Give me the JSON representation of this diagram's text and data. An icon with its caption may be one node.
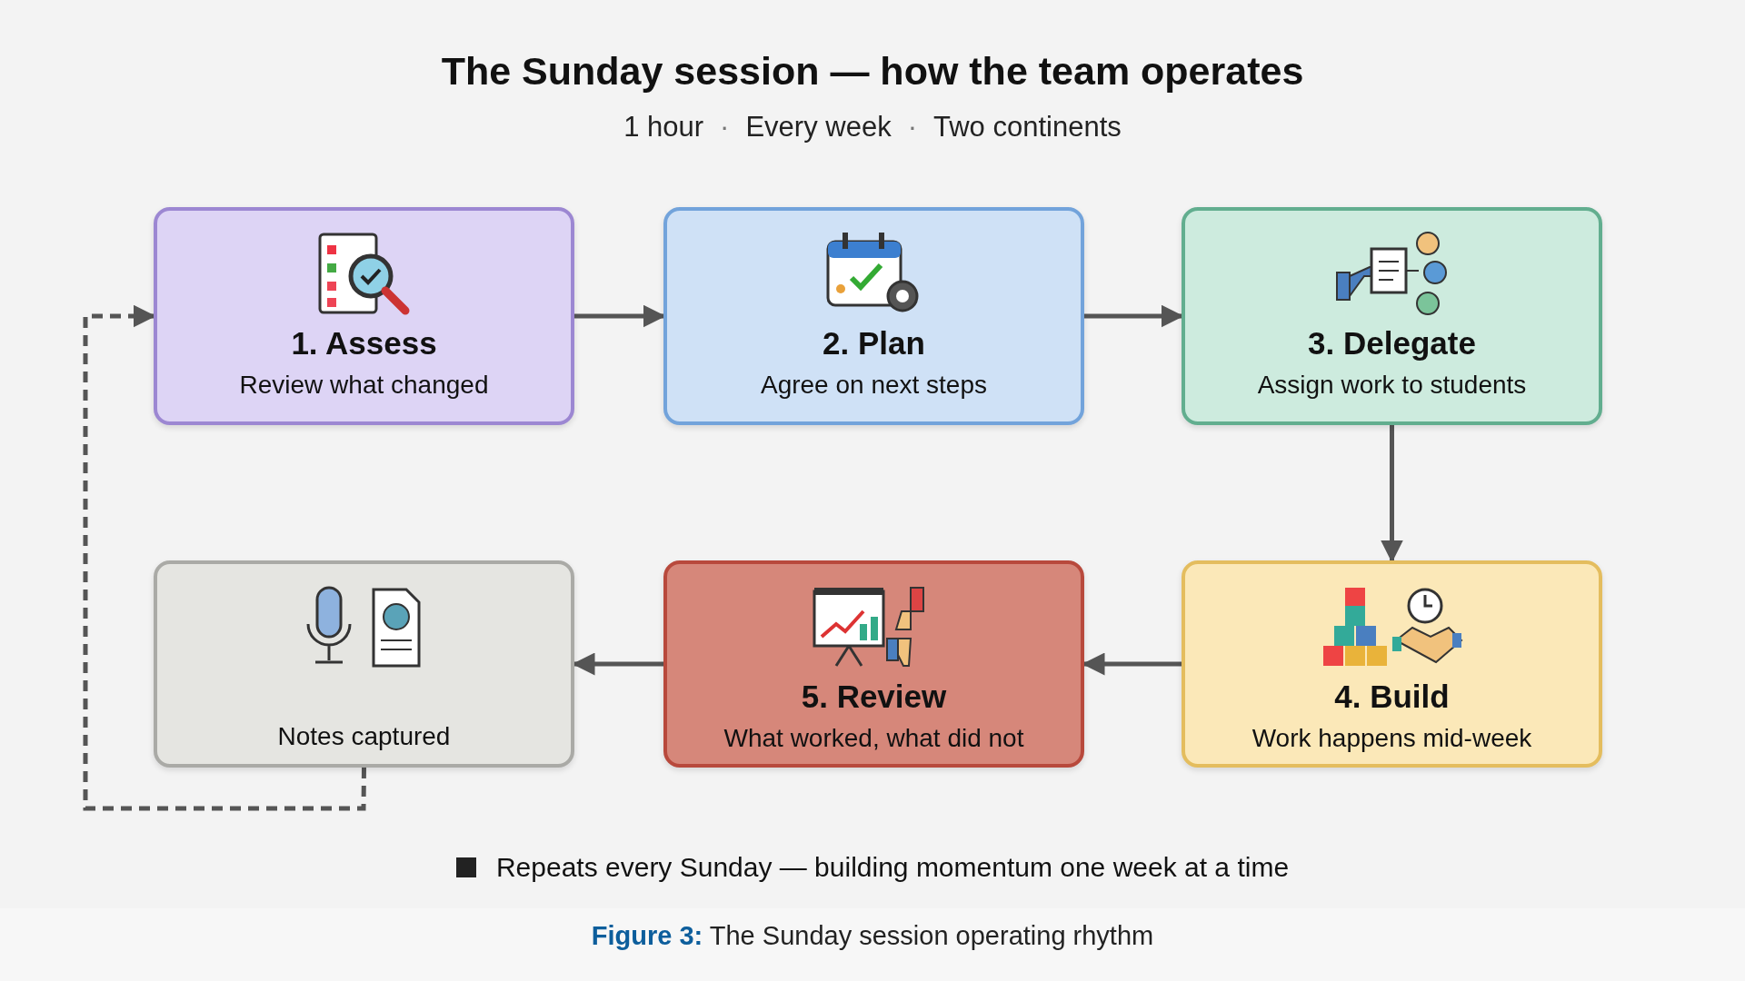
{
  "diagram": {
    "title": "The Sunday session — how the team operates",
    "labels": [
      "1 hour",
      "·",
      "Every week",
      "·",
      "Two continents"
    ],
    "nodes": [
      {
        "text": [
          "1. Assess",
          "Review what changed"
        ]
      },
      {
        "text": [
          "2. Plan",
          "Agree on next steps"
        ]
      },
      {
        "text": [
          "3. Delegate",
          "Assign work to students"
        ]
      },
      {
        "text": [
          "Notes captured"
        ]
      },
      {
        "text": [
          "5. Review",
          "What worked, what did not"
        ]
      },
      {
        "text": [
          "4. Build",
          "Work happens mid-week"
        ]
      }
    ],
    "edges": [
      {
        "from": 0,
        "to": 1,
        "arrow": "to"
      },
      {
        "from": 1,
        "to": 2,
        "arrow": "to"
      },
      {
        "from": 2,
        "to": 5,
        "arrow": "to"
      },
      {
        "from": 5,
        "to": 4,
        "arrow": "to"
      },
      {
        "from": 4,
        "to": 3,
        "arrow": "to"
      },
      {
        "from": 3,
        "to": 0,
        "arrow": "to",
        "style": "dashed"
      }
    ],
    "legend": [
      {
        "text": "Repeats every Sunday — building momentum one week at a time",
        "color": "#222222"
      }
    ],
    "caption": "**Figure 3:** The Sunday session operating rhythm"
  }
}
